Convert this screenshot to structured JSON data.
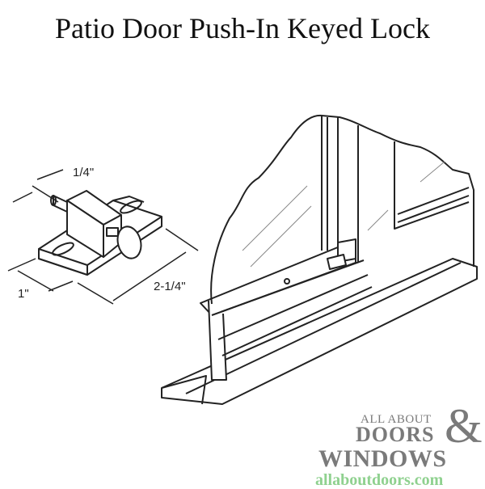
{
  "title": "Patio Door Push-In Keyed Lock",
  "dimensions": {
    "width_pin": "1/4\"",
    "base_width": "1\"",
    "length": "2-1/4\""
  },
  "illustrations": {
    "lock_detail": "push-in keyed lock with key",
    "installation_view": "sliding patio door frame and track with lock installed"
  },
  "logo": {
    "line1": "ALL ABOUT",
    "line2": "DOORS",
    "ampersand": "&",
    "line3": "WINDOWS",
    "url": "allaboutdoors.com",
    "colors": {
      "gray": "#7a7a7a",
      "green": "#8fd18f"
    }
  }
}
